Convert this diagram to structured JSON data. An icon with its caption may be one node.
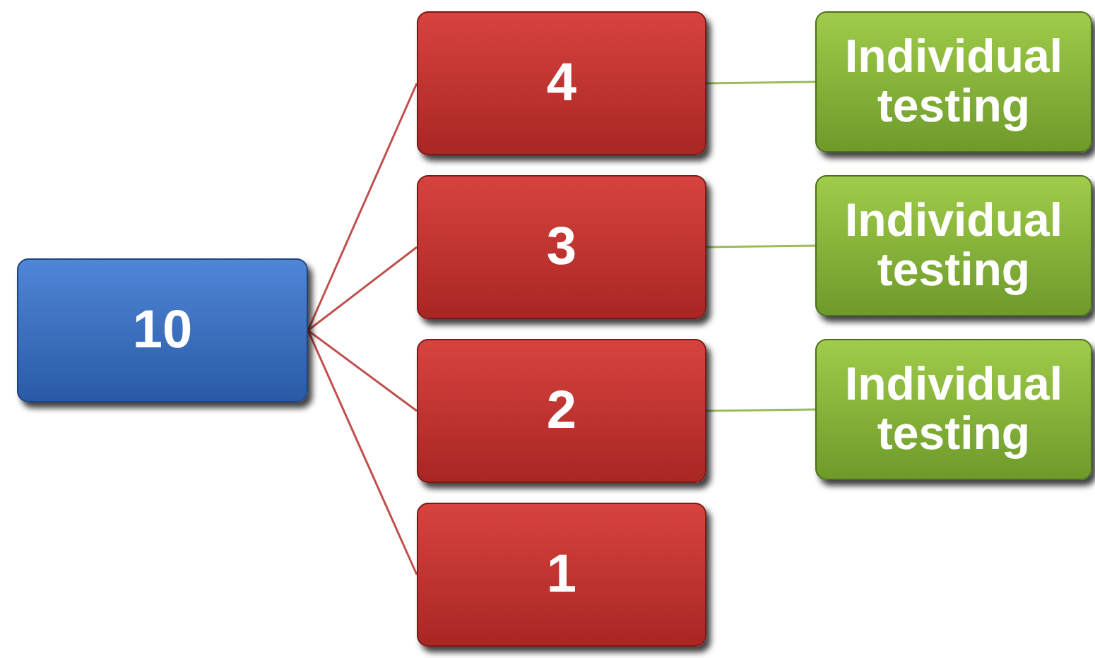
{
  "diagram": {
    "nodes": [
      {
        "text": [
          "10"
        ]
      },
      {
        "text": [
          "4"
        ]
      },
      {
        "text": [
          "3"
        ]
      },
      {
        "text": [
          "2"
        ]
      },
      {
        "text": [
          "1"
        ]
      },
      {
        "text": [
          "Individual testing"
        ]
      },
      {
        "text": [
          "Individual testing"
        ]
      },
      {
        "text": [
          "Individual testing"
        ]
      }
    ],
    "edges": [
      {
        "from": 0,
        "to": 1,
        "arrow": "none",
        "color": "#c0504d"
      },
      {
        "from": 0,
        "to": 2,
        "arrow": "none",
        "color": "#c0504d"
      },
      {
        "from": 0,
        "to": 3,
        "arrow": "none",
        "color": "#c0504d"
      },
      {
        "from": 0,
        "to": 4,
        "arrow": "none",
        "color": "#c0504d"
      },
      {
        "from": 1,
        "to": 5,
        "arrow": "none",
        "color": "#9bbb59"
      },
      {
        "from": 2,
        "to": 6,
        "arrow": "none",
        "color": "#9bbb59"
      },
      {
        "from": 3,
        "to": 7,
        "arrow": "none",
        "color": "#9bbb59"
      }
    ]
  }
}
